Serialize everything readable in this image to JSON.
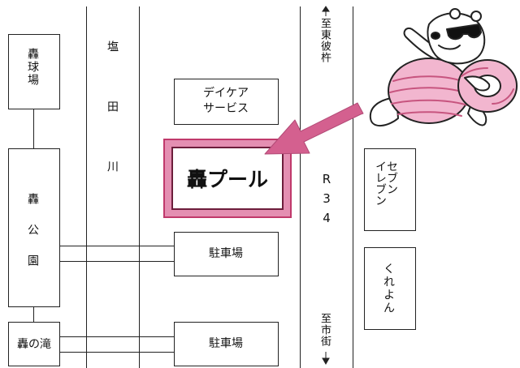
{
  "landmarks": {
    "todoroki_field": "轟球場",
    "todoroki_park": "轟公園",
    "todoroki_falls": "轟の滝",
    "day_service": "デイケア\nサービス",
    "pool": "轟プール",
    "parking_1": "駐車場",
    "parking_2": "駐車場",
    "seven_eleven": "セブン\nイレブン",
    "kureyon": "くれよん"
  },
  "roads": {
    "river": "塩田川",
    "route": "R34",
    "direction_north": "至東彼杵",
    "direction_south": "至市街"
  },
  "colors": {
    "pool_frame": "#e48fb2",
    "arrow": "#d4608f",
    "bear_body": "#f2b6cf"
  },
  "icons": [
    "bear-mascot-icon",
    "pointer-arrow-icon",
    "direction-arrow-icon"
  ]
}
